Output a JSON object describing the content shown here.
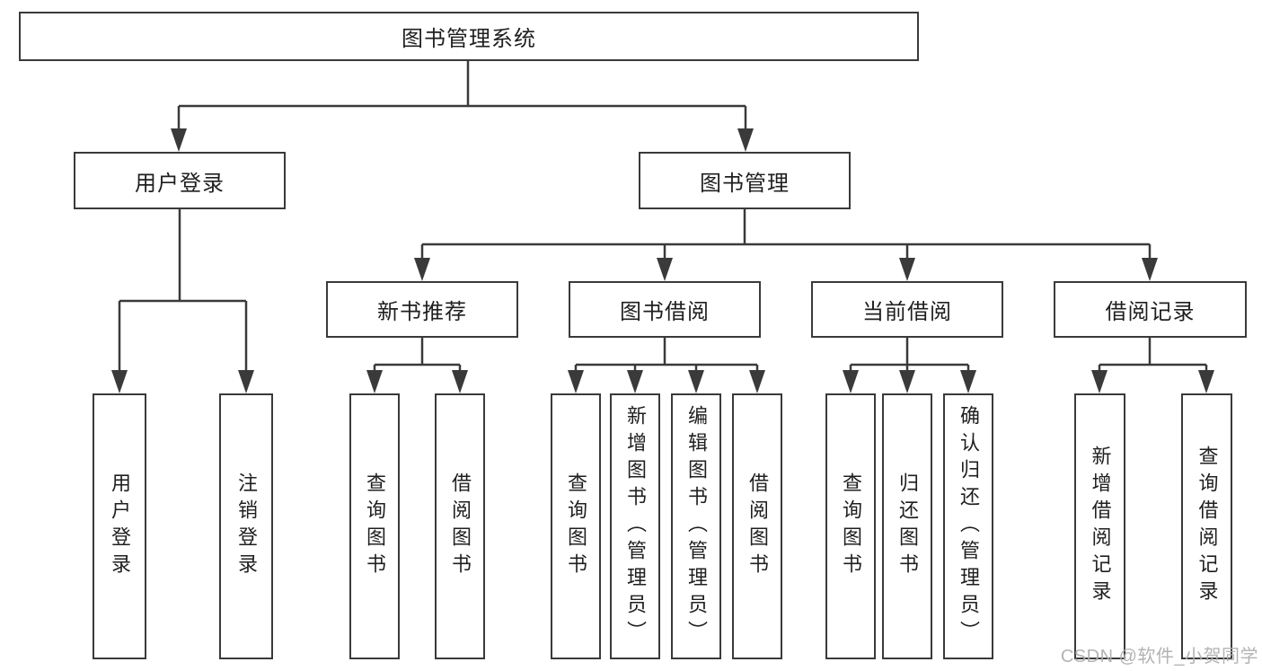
{
  "diagram": {
    "tree": {
      "label": "图书管理系统",
      "children": [
        {
          "label": "用户登录",
          "children": [
            {
              "label": "用户登录"
            },
            {
              "label": "注销登录"
            }
          ]
        },
        {
          "label": "图书管理",
          "children": [
            {
              "label": "新书推荐",
              "children": [
                {
                  "label": "查询图书"
                },
                {
                  "label": "借阅图书"
                }
              ]
            },
            {
              "label": "图书借阅",
              "children": [
                {
                  "label": "查询图书"
                },
                {
                  "label": "新增图书（管理员）"
                },
                {
                  "label": "编辑图书（管理员）"
                },
                {
                  "label": "借阅图书"
                }
              ]
            },
            {
              "label": "当前借阅",
              "children": [
                {
                  "label": "查询图书"
                },
                {
                  "label": "归还图书"
                },
                {
                  "label": "确认归还（管理员）"
                }
              ]
            },
            {
              "label": "借阅记录",
              "children": [
                {
                  "label": "新增借阅记录"
                },
                {
                  "label": "查询借阅记录"
                }
              ]
            }
          ]
        }
      ]
    },
    "colors": {
      "line": "#3a3a3a",
      "text": "#1f1f1f",
      "node_background": "#ffffff",
      "page_background": "#ffffff",
      "watermark": "#afafaf"
    }
  },
  "watermark": {
    "text": "CSDN @软件_小贺同学"
  }
}
